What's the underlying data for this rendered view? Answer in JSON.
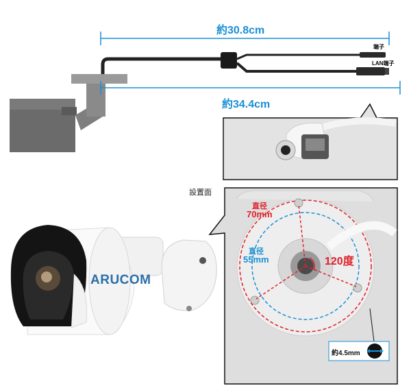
{
  "top": {
    "dim_cable": "約30.8cm",
    "dim_total": "約34.4cm",
    "label_port": "端子",
    "label_lan": "LAN端子"
  },
  "mount": {
    "label": "設置面",
    "diameter_outer_1": "直径",
    "diameter_outer_2": "70mm",
    "diameter_inner_1": "直径",
    "diameter_inner_2": "55mm",
    "angle": "120度",
    "hole": "約4.5mm"
  },
  "camera": {
    "brand": "ARUCOM"
  },
  "colors": {
    "dimension_blue": "#1a8fd6",
    "highlight_red": "#e0202a"
  }
}
